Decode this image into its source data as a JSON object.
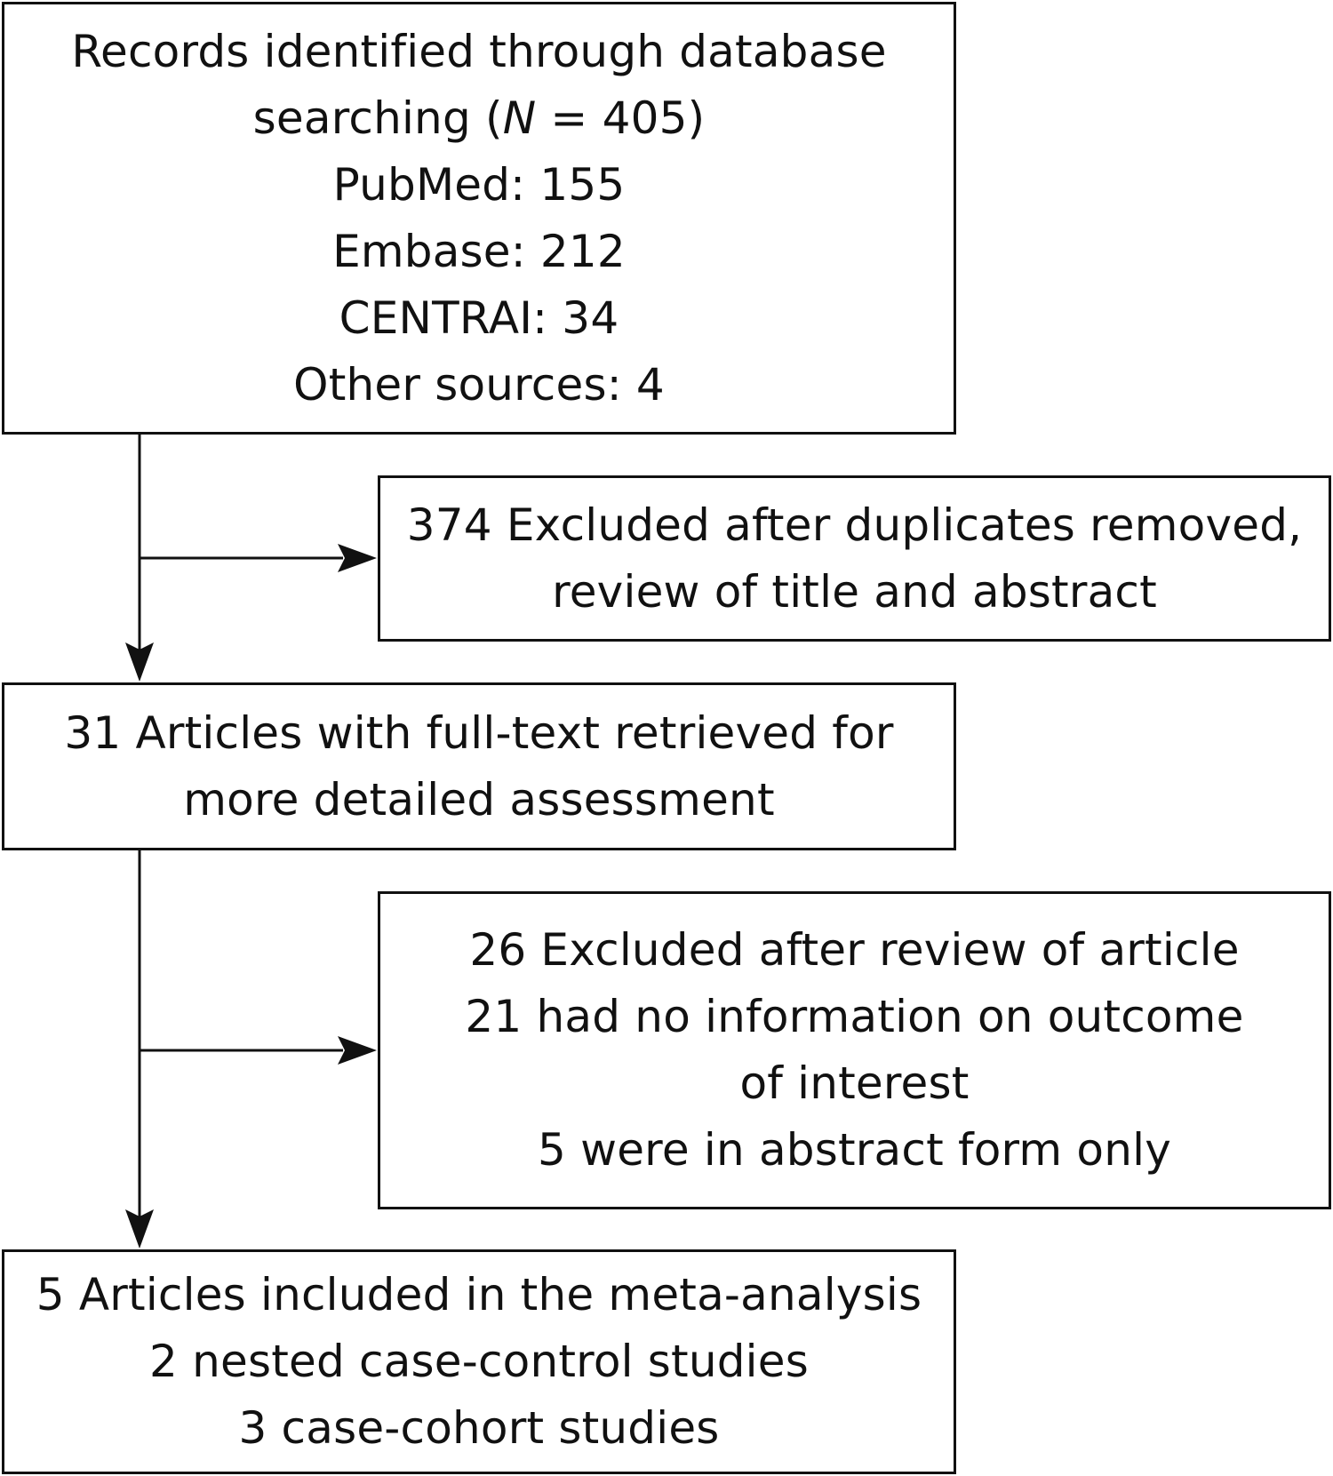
{
  "flowchart": {
    "identified": {
      "line1": "Records identified through database",
      "line2_prefix": "searching (",
      "line2_symbol": "N",
      "line2_suffix": " = 405)",
      "pubmed": "PubMed: 155",
      "embase": "Embase: 212",
      "central": "CENTRAI: 34",
      "other": "Other sources: 4"
    },
    "excluded_screening": {
      "line1": "374 Excluded after duplicates removed,",
      "line2": "review of title and abstract"
    },
    "full_text": {
      "line1": "31 Articles with full-text retrieved for",
      "line2": "more detailed assessment"
    },
    "excluded_full_text": {
      "line1": "26 Excluded after review of article",
      "line2": "21 had no information on outcome",
      "line3": "of interest",
      "line4": "5 were in abstract form only"
    },
    "included": {
      "line1": "5 Articles included in the meta-analysis",
      "line2": "2 nested case-control studies",
      "line3": "3 case-cohort studies"
    }
  }
}
